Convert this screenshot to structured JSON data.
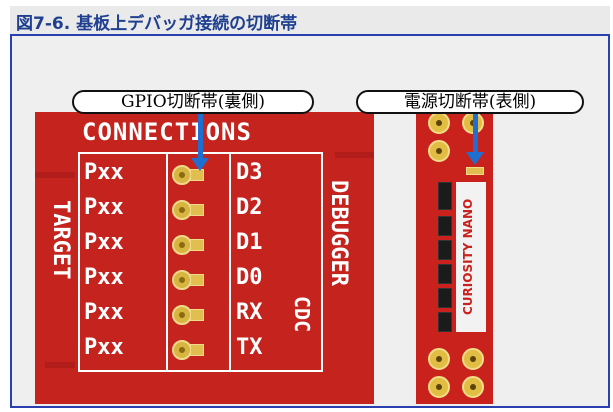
{
  "figure": {
    "title": "図7-6. 基板上デバッガ接続の切断帯"
  },
  "callouts": {
    "gpio": "GPIO切断帯(裏側)",
    "power": "電源切断帯(表側)"
  },
  "board_left": {
    "header": "CONNECTIONS",
    "target_label": "TARGET",
    "debugger_label": "DEBUGGER",
    "cdc_label": "CDC",
    "rows": [
      {
        "left": "Pxx",
        "right": "D3"
      },
      {
        "left": "Pxx",
        "right": "D2"
      },
      {
        "left": "Pxx",
        "right": "D1"
      },
      {
        "left": "Pxx",
        "right": "D0"
      },
      {
        "left": "Pxx",
        "right": "RX"
      },
      {
        "left": "Pxx",
        "right": "TX"
      }
    ]
  },
  "board_right": {
    "label": "CURIOSITY NANO"
  },
  "colors": {
    "title": "#1f3f8f",
    "frame": "#2a3fb0",
    "board": "#c4231e",
    "arrow": "#1f6fd1",
    "pad": "#d8b441"
  }
}
